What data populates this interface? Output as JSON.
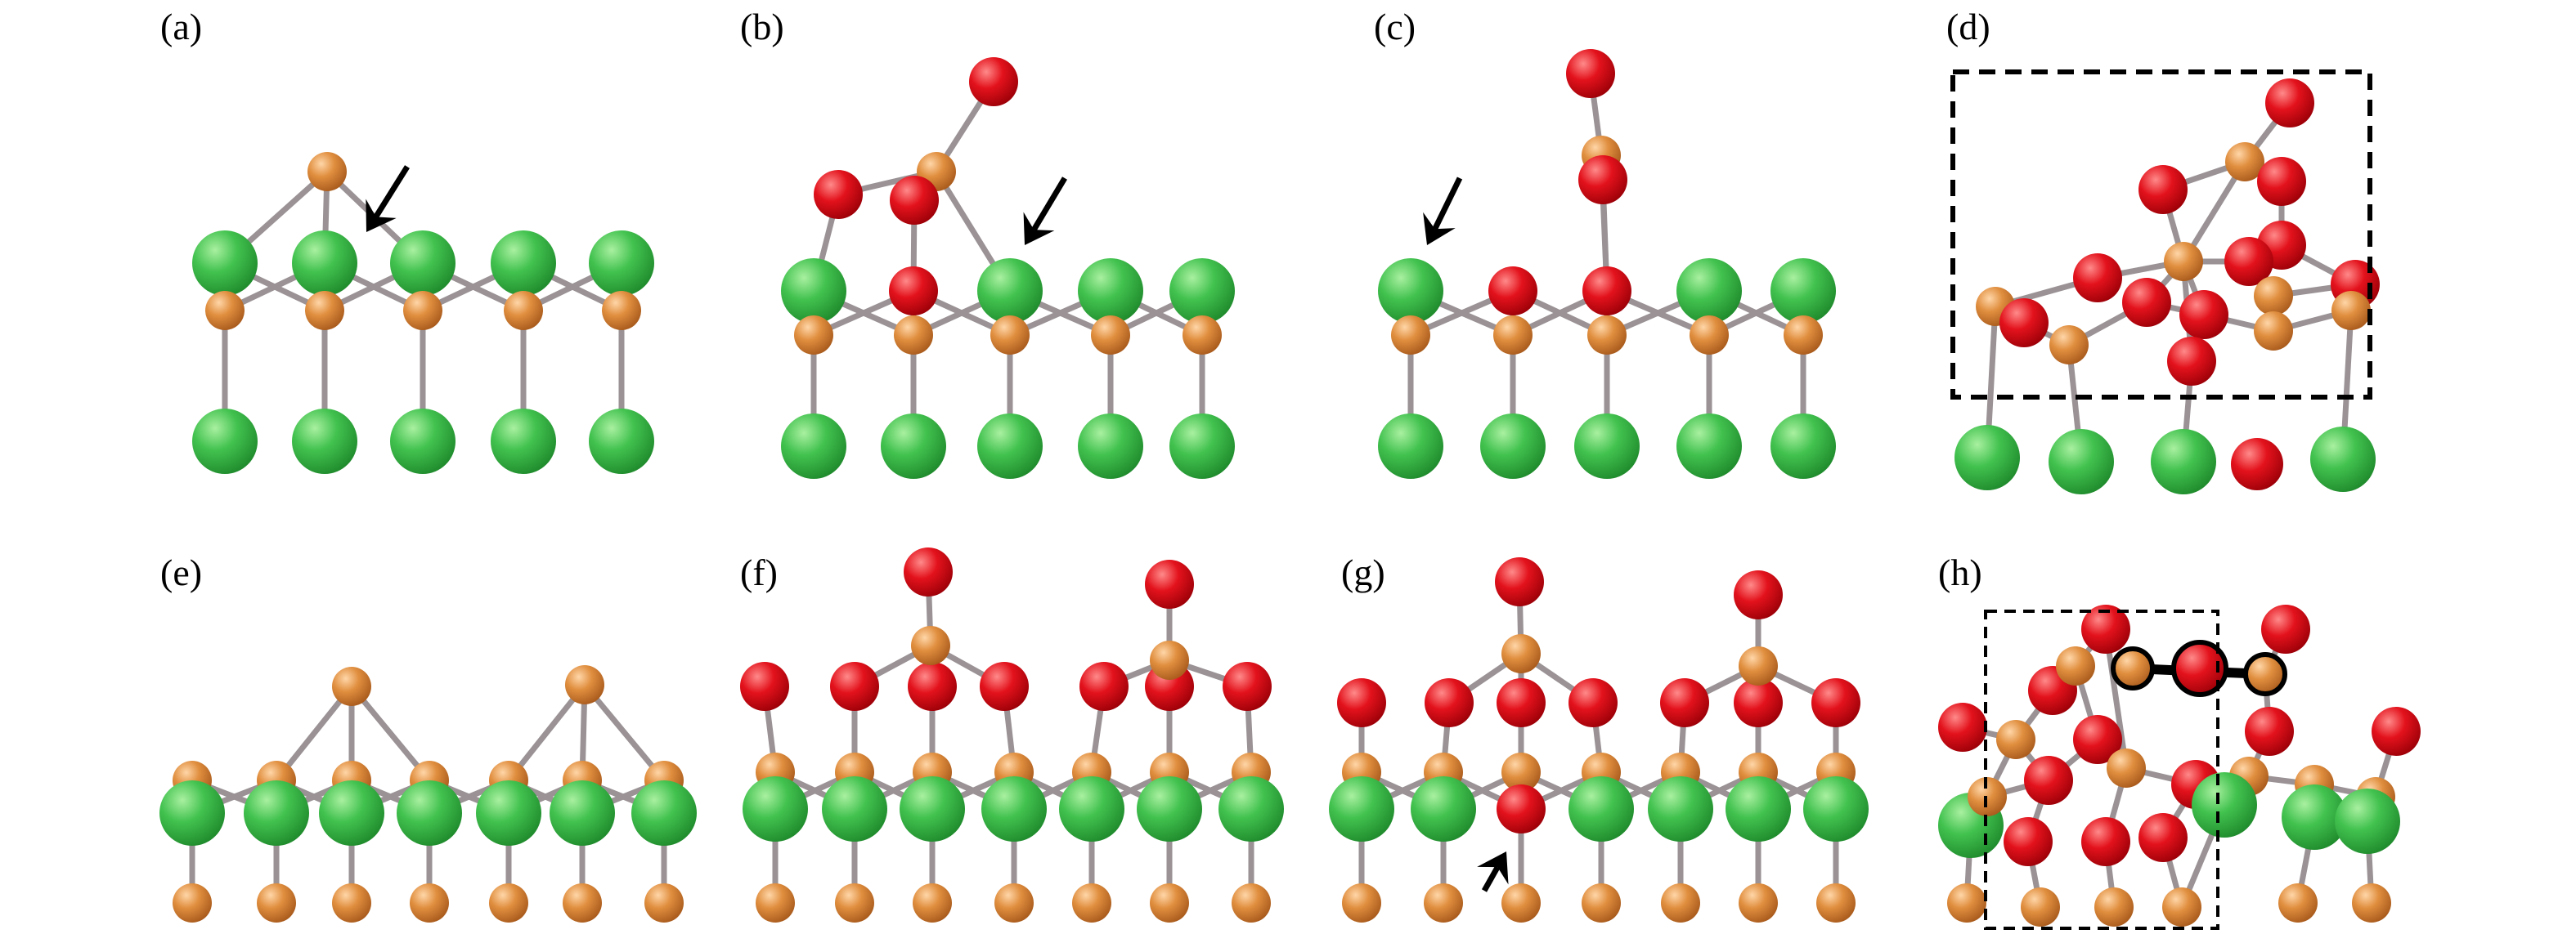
{
  "figure": {
    "panels": [
      {
        "id": "a",
        "label": "(a)"
      },
      {
        "id": "b",
        "label": "(b)"
      },
      {
        "id": "c",
        "label": "(c)"
      },
      {
        "id": "d",
        "label": "(d)"
      },
      {
        "id": "e",
        "label": "(e)"
      },
      {
        "id": "f",
        "label": "(f)"
      },
      {
        "id": "g",
        "label": "(g)"
      },
      {
        "id": "h",
        "label": "(h)"
      }
    ],
    "colors": {
      "green_atom": "#3fbf4f",
      "orange_atom": "#d98a3c",
      "red_atom": "#e0141e",
      "bond": "#9a9294",
      "arrow": "#000000"
    }
  }
}
